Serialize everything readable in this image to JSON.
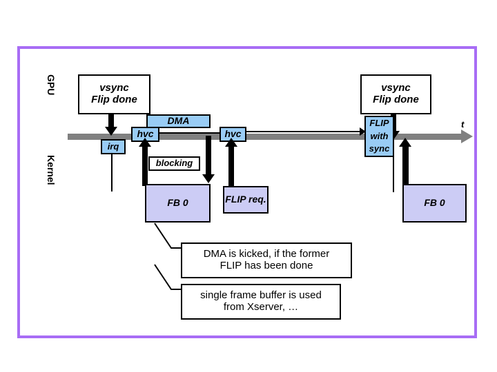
{
  "diagram": {
    "title_colors": {
      "frame_border": "#a86df5",
      "timeline": "#808080",
      "blue_box": "#99ccf5",
      "lavender_box": "#ccccf5",
      "arrow": "#000000"
    },
    "axis": {
      "time_label": "t",
      "lane_top": "GPU",
      "lane_bottom": "Kernel"
    },
    "gpu_events": [
      {
        "id": "vsync_left",
        "line1": "vsync",
        "line2": "Flip done"
      },
      {
        "id": "vsync_right",
        "line1": "vsync",
        "line2": "Flip done"
      }
    ],
    "timeline_boxes": [
      {
        "id": "irq",
        "label": "irq"
      },
      {
        "id": "hvc_1",
        "label": "hvc"
      },
      {
        "id": "dma",
        "label": "DMA"
      },
      {
        "id": "hvc_2",
        "label": "hvc"
      },
      {
        "id": "flip_sync_l1",
        "label": "FLIP"
      },
      {
        "id": "flip_sync_l2",
        "label": "with"
      },
      {
        "id": "flip_sync_l3",
        "label": "sync"
      }
    ],
    "kernel_boxes": [
      {
        "id": "blocking",
        "label": "blocking"
      },
      {
        "id": "fb0_left",
        "label": "FB 0"
      },
      {
        "id": "flip_req",
        "label": "FLIP req."
      },
      {
        "id": "fb0_right",
        "label": "FB 0"
      }
    ],
    "callouts": [
      {
        "id": "callout_dma",
        "line1": "DMA is kicked, if the former",
        "line2": "FLIP has been done"
      },
      {
        "id": "callout_fb",
        "line1": "single frame buffer is used",
        "line2": "from Xserver, …"
      }
    ]
  }
}
